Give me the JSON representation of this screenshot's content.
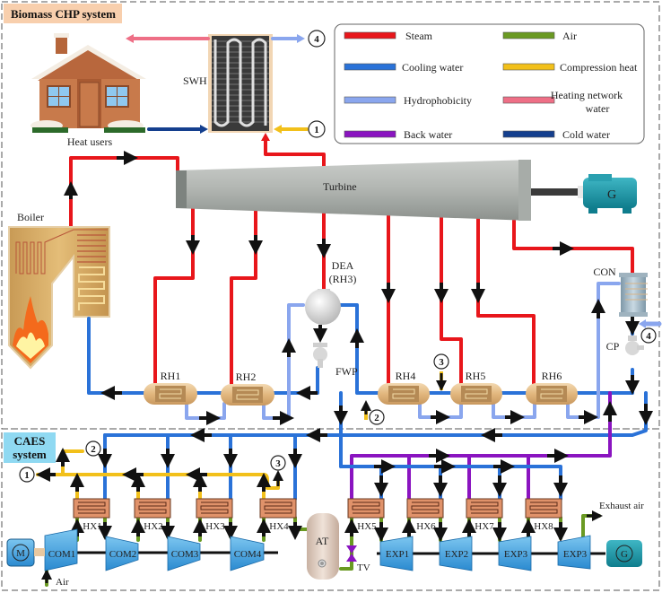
{
  "sections": {
    "chp_title": "Biomass CHP system",
    "caes_title_1": "CAES",
    "caes_title_2": "system"
  },
  "colors": {
    "steam": "#e8161b",
    "cooling_water": "#2a72d8",
    "hydrophobicity": "#8aa6ee",
    "back_water": "#8a14c0",
    "air": "#6a9a22",
    "compression_heat": "#f2c01a",
    "heating_network_water": "#ee6f86",
    "cold_water": "#143f8e"
  },
  "legend": [
    {
      "key": "steam",
      "label": "Steam"
    },
    {
      "key": "air",
      "label": "Air"
    },
    {
      "key": "cooling_water",
      "label": "Cooling water"
    },
    {
      "key": "compression_heat",
      "label": "Compression heat"
    },
    {
      "key": "hydrophobicity",
      "label": "Hydrophobicity"
    },
    {
      "key": "heating_network_water",
      "label": "Heating network water"
    },
    {
      "key": "back_water",
      "label": "Back water"
    },
    {
      "key": "cold_water",
      "label": "Cold water"
    }
  ],
  "legend_labels": {
    "steam": "Steam",
    "air": "Air",
    "cooling_water": "Cooling water",
    "compression_heat": "Compression heat",
    "hydrophobicity": "Hydrophobicity",
    "heating_network_water_1": "Heating network",
    "heating_network_water_2": "water",
    "back_water": "Back water",
    "cold_water": "Cold water"
  },
  "components": {
    "heat_users": "Heat users",
    "swh": "SWH",
    "boiler": "Boiler",
    "turbine": "Turbine",
    "generator": "G",
    "dea_1": "DEA",
    "dea_2": "(RH3)",
    "fwp": "FWP",
    "con": "CON",
    "cp": "CP",
    "rh1": "RH1",
    "rh2": "RH2",
    "rh4": "RH4",
    "rh5": "RH5",
    "rh6": "RH6",
    "motor": "M",
    "com1": "COM1",
    "com2": "COM2",
    "com3": "COM3",
    "com4": "COM4",
    "hx1": "HX1",
    "hx2": "HX2",
    "hx3": "HX3",
    "hx4": "HX4",
    "hx5": "HX5",
    "hx6": "HX6",
    "hx7": "HX7",
    "hx8": "HX8",
    "at": "AT",
    "tv": "TV",
    "exp1": "EXP1",
    "exp2": "EXP2",
    "exp3a": "EXP3",
    "exp3b": "EXP3",
    "generator2": "G",
    "air_in": "Air",
    "exhaust_air": "Exhaust air"
  },
  "connectors": {
    "c1": "1",
    "c2": "2",
    "c3": "3",
    "c4": "4"
  }
}
